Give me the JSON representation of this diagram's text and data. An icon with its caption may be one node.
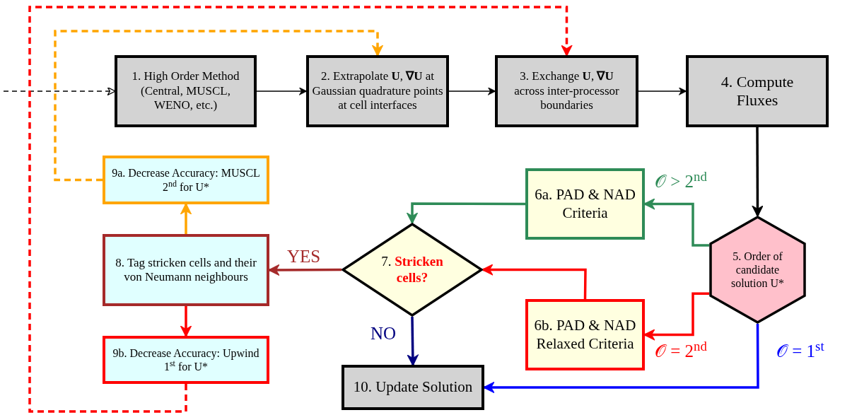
{
  "diagram": {
    "nodes": [
      {
        "text": [
          "1. High Order Method (Central, MUSCL, WENO, etc.)"
        ]
      },
      {
        "text": [
          "2. Extrapolate **U**, **∇U** at Gaussian quadrature points at cell interfaces"
        ]
      },
      {
        "text": [
          "3. Exchange **U**, **∇U** across inter-processor boundaries"
        ]
      },
      {
        "text": [
          "4. Compute Fluxes"
        ]
      },
      {
        "text": [
          "5. Order of candidate solution U*"
        ]
      },
      {
        "text": [
          "6a. PAD & NAD Criteria"
        ]
      },
      {
        "text": [
          "6b. PAD & NAD Relaxed Criteria"
        ]
      },
      {
        "text": [
          "7. **Stricken cells?**"
        ]
      },
      {
        "text": [
          "8. Tag stricken cells and their von Neumann neighbours"
        ]
      },
      {
        "text": [
          "9a. Decrease Accuracy: MUSCL 2$^{nd}$ for U*"
        ]
      },
      {
        "text": [
          "9b. Decrease Accuracy: Upwind 1$^{st}$ for U*"
        ]
      },
      {
        "text": [
          "10. Update Solution"
        ]
      }
    ],
    "edges": [
      {
        "from": null,
        "to": 0,
        "arrow": "to",
        "style": "dashed"
      },
      {
        "from": 0,
        "to": 1,
        "arrow": "to"
      },
      {
        "from": 1,
        "to": 2,
        "arrow": "to"
      },
      {
        "from": 2,
        "to": 3,
        "arrow": "to"
      },
      {
        "from": 3,
        "to": 4,
        "arrow": "to"
      },
      {
        "from": 4,
        "to": 5,
        "arrow": "to",
        "color": "#2e8b57",
        "label": "𝒪 > 2$^{nd}$"
      },
      {
        "from": 4,
        "to": 6,
        "arrow": "to",
        "color": "#ff0000",
        "label": "𝒪 = 2$^{nd}$"
      },
      {
        "from": 4,
        "to": 11,
        "arrow": "to",
        "color": "#0000ff",
        "label": "𝒪 = 1$^{st}$"
      },
      {
        "from": 5,
        "to": 7,
        "arrow": "to",
        "color": "#2e8b57"
      },
      {
        "from": 6,
        "to": 7,
        "arrow": "to",
        "color": "#ff0000"
      },
      {
        "from": 7,
        "to": 8,
        "arrow": "to",
        "color": "#a52a2a",
        "label": "YES"
      },
      {
        "from": 7,
        "to": 11,
        "arrow": "to",
        "color": "#000080",
        "label": "NO"
      },
      {
        "from": 8,
        "to": 9,
        "arrow": "to",
        "color": "#ffa500"
      },
      {
        "from": 8,
        "to": 10,
        "arrow": "to",
        "color": "#ff0000"
      },
      {
        "from": 9,
        "to": 1,
        "arrow": "to",
        "style": "dashed",
        "color": "#ffa500"
      },
      {
        "from": 10,
        "to": 2,
        "arrow": "to",
        "style": "dashed",
        "color": "#ff0000"
      }
    ]
  }
}
